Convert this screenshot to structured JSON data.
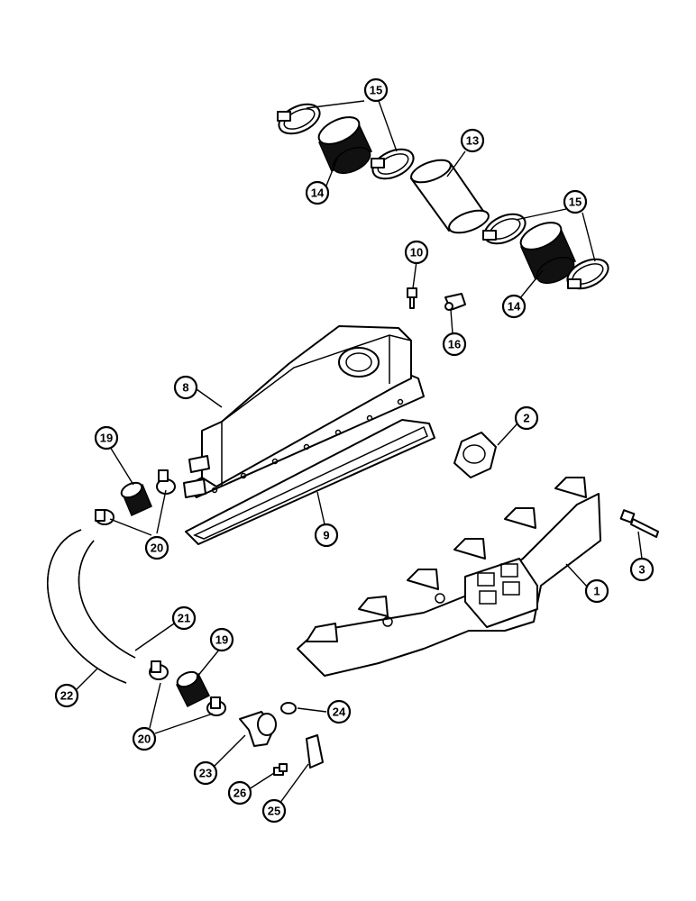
{
  "callouts": [
    {
      "id": "c15a",
      "label": "15"
    },
    {
      "id": "c13",
      "label": "13"
    },
    {
      "id": "c14a",
      "label": "14"
    },
    {
      "id": "c15b",
      "label": "15"
    },
    {
      "id": "c10",
      "label": "10"
    },
    {
      "id": "c14b",
      "label": "14"
    },
    {
      "id": "c16",
      "label": "16"
    },
    {
      "id": "c8",
      "label": "8"
    },
    {
      "id": "c2",
      "label": "2"
    },
    {
      "id": "c19a",
      "label": "19"
    },
    {
      "id": "c20a",
      "label": "20"
    },
    {
      "id": "c9",
      "label": "9"
    },
    {
      "id": "c3",
      "label": "3"
    },
    {
      "id": "c1",
      "label": "1"
    },
    {
      "id": "c21",
      "label": "21"
    },
    {
      "id": "c19b",
      "label": "19"
    },
    {
      "id": "c22",
      "label": "22"
    },
    {
      "id": "c24",
      "label": "24"
    },
    {
      "id": "c20b",
      "label": "20"
    },
    {
      "id": "c23",
      "label": "23"
    },
    {
      "id": "c26",
      "label": "26"
    },
    {
      "id": "c25",
      "label": "25"
    }
  ]
}
